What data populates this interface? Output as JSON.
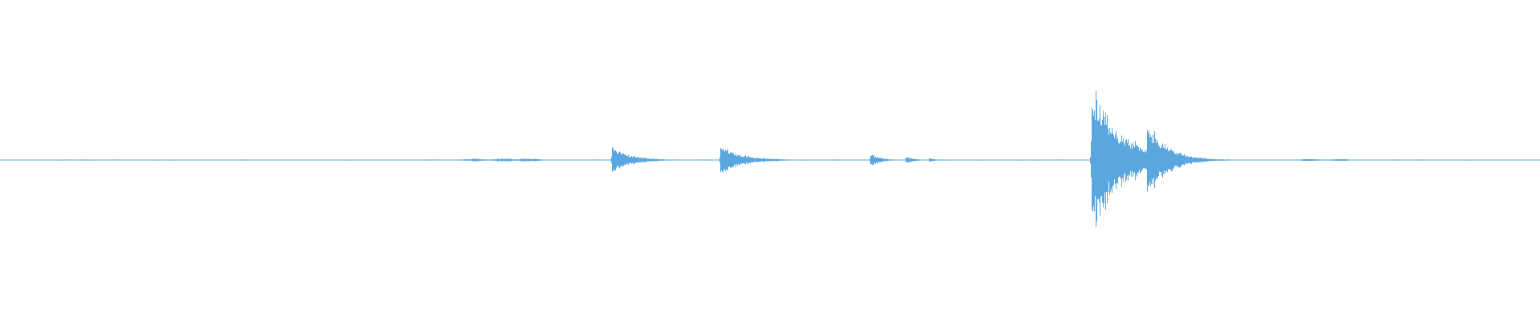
{
  "waveform": {
    "color": "#5aa7e0",
    "baseline_amplitude": 0.004,
    "bursts": [
      {
        "t": 0.397,
        "peak": 0.17,
        "decay": 0.012
      },
      {
        "t": 0.4675,
        "peak": 0.19,
        "decay": 0.014
      },
      {
        "t": 0.565,
        "peak": 0.09,
        "decay": 0.006
      },
      {
        "t": 0.588,
        "peak": 0.05,
        "decay": 0.005
      },
      {
        "t": 0.603,
        "peak": 0.03,
        "decay": 0.004
      },
      {
        "t": 0.7085,
        "peak": 1.0,
        "decay": 0.018
      },
      {
        "t": 0.7365,
        "peak": 0.35,
        "decay": 0.006
      },
      {
        "t": 0.7445,
        "peak": 0.55,
        "decay": 0.012
      }
    ],
    "noise_bumps": [
      {
        "t": 0.308,
        "peak": 0.015
      },
      {
        "t": 0.327,
        "peak": 0.02
      },
      {
        "t": 0.343,
        "peak": 0.02
      },
      {
        "t": 0.85,
        "peak": 0.01
      },
      {
        "t": 0.87,
        "peak": 0.01
      }
    ]
  }
}
